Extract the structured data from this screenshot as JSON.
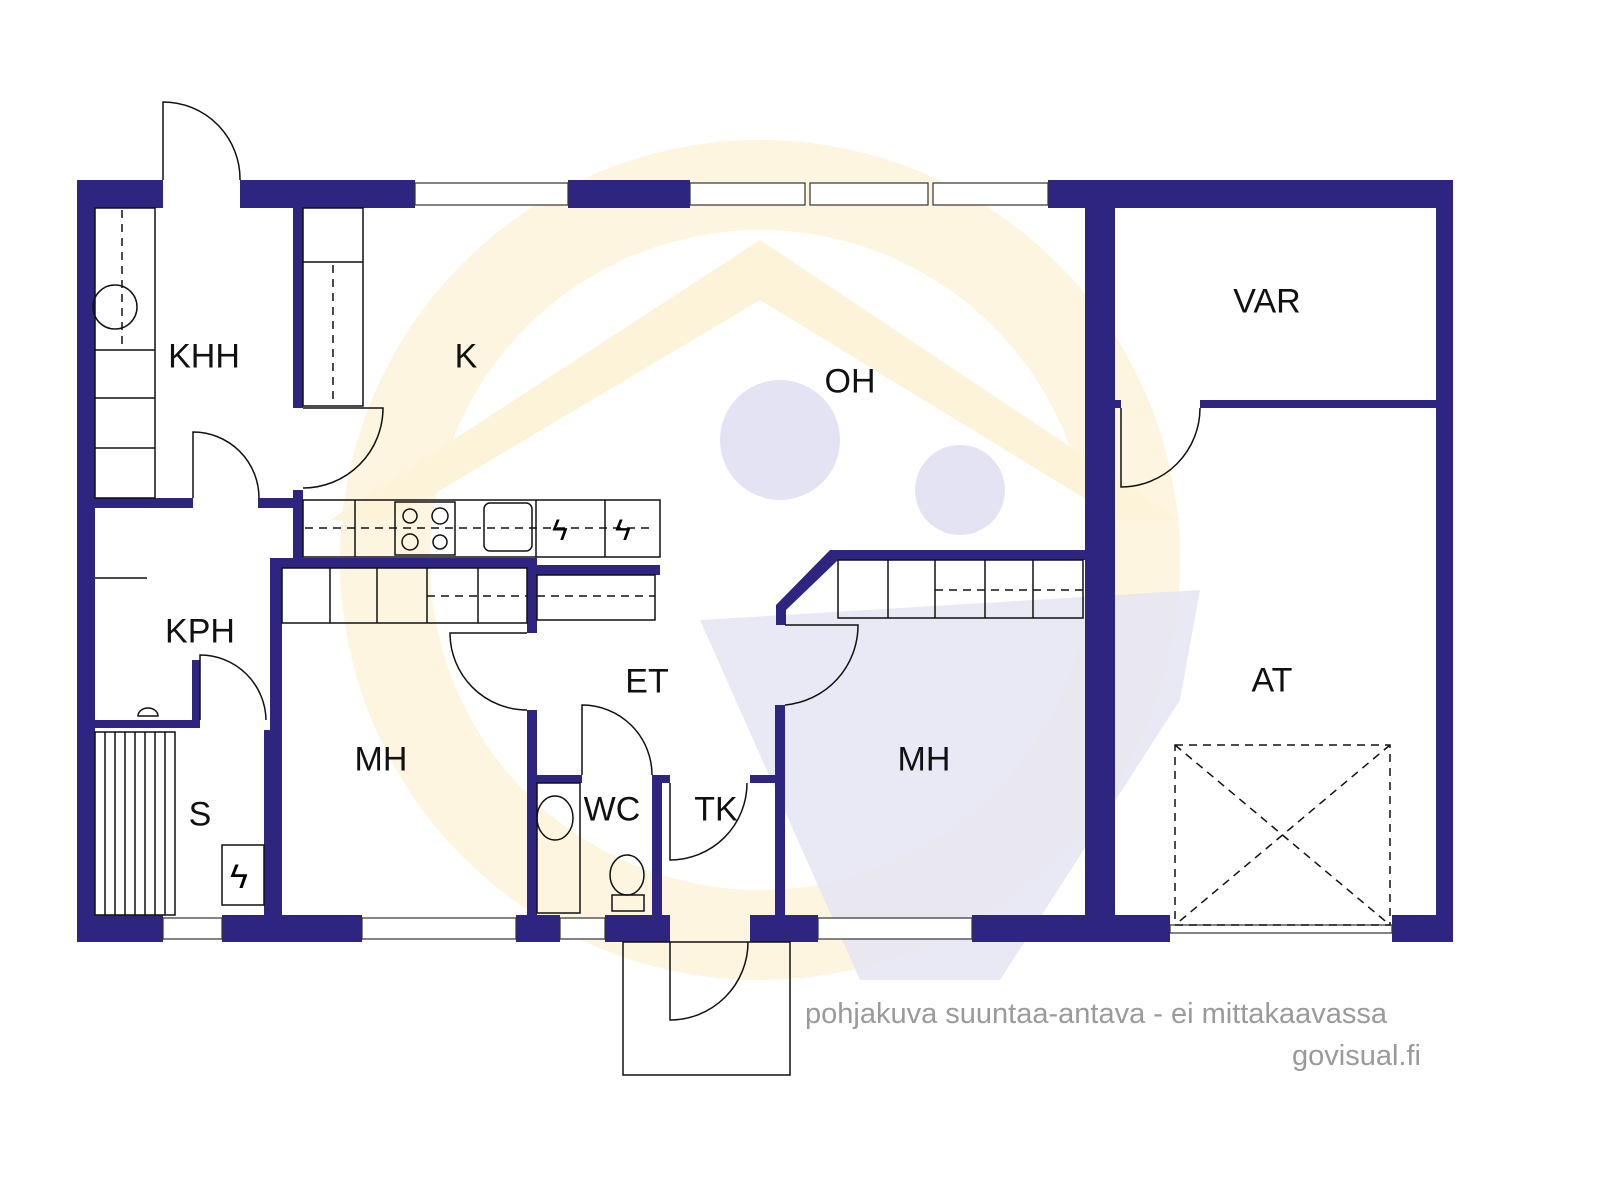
{
  "rooms": {
    "khh": "KHH",
    "k": "K",
    "oh": "OH",
    "var": "VAR",
    "kph": "KPH",
    "et": "ET",
    "mh1": "MH",
    "mh2": "MH",
    "at": "AT",
    "s": "S",
    "wc": "WC",
    "tk": "TK"
  },
  "footer": {
    "disclaimer": "pohjakuva suuntaa-antava - ei mittakaavassa",
    "brand": "govisual.fi"
  },
  "colors": {
    "wall": "#2e2580",
    "watermark_yellow": "#fdf3d8",
    "watermark_blue": "#e4e3f3",
    "footer_text": "#9a9a9a"
  }
}
